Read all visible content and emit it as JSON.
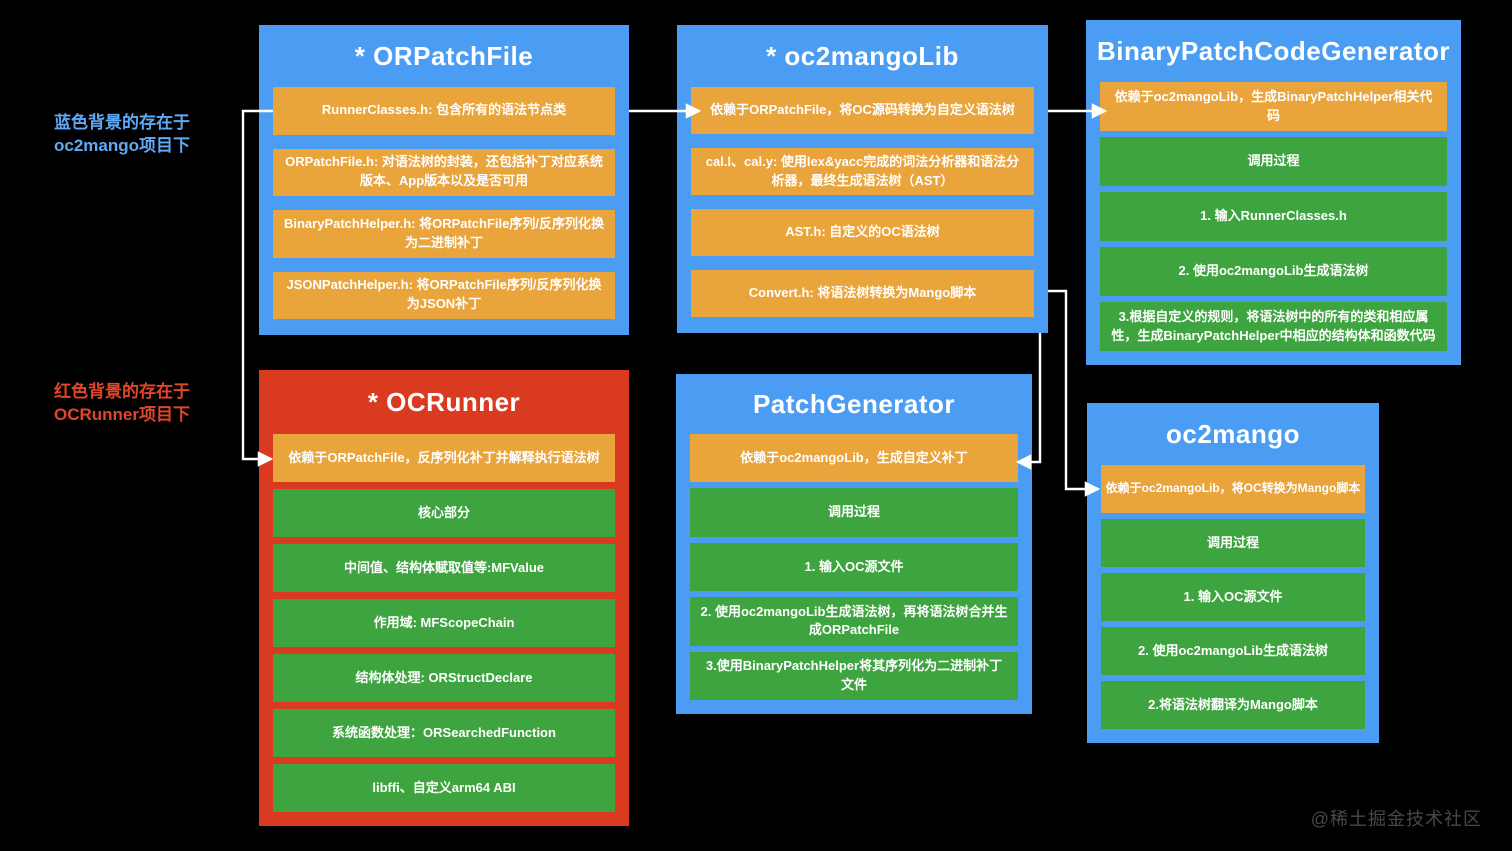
{
  "notes": {
    "blue": {
      "line1": "蓝色背景的存在于",
      "line2": "oc2mango项目下"
    },
    "red": {
      "line1": "红色背景的存在于",
      "line2": "OCRunner项目下"
    }
  },
  "watermark": "@稀土掘金技术社区",
  "colors": {
    "background": "#000000",
    "blue_box": "#4A9DF3",
    "red_box": "#D93A20",
    "orange_row": "#E9A43C",
    "green_row": "#3EA440",
    "blue_note_text": "#5FA9F4",
    "red_note_text": "#E2462A",
    "connector": "#FFFFFF"
  },
  "boxes": {
    "orpatchfile": {
      "title": "* ORPatchFile",
      "items": [
        "RunnerClasses.h: 包含所有的语法节点类",
        "ORPatchFile.h: 对语法树的封装，还包括补丁对应系统版本、App版本以及是否可用",
        "BinaryPatchHelper.h: 将ORPatchFile序列/反序列化换为二进制补丁",
        "JSONPatchHelper.h: 将ORPatchFile序列/反序列化换为JSON补丁"
      ]
    },
    "oc2mangolib": {
      "title": "* oc2mangoLib",
      "items": [
        "依赖于ORPatchFile，将OC源码转换为自定义语法树",
        "cal.l、cal.y: 使用lex&yacc完成的词法分析器和语法分析器，最终生成语法树（AST）",
        "AST.h:  自定义的OC语法树",
        "Convert.h:  将语法树转换为Mango脚本"
      ]
    },
    "bpcg": {
      "title": "BinaryPatchCodeGenerator",
      "items": [
        "依赖于oc2mangoLib，生成BinaryPatchHelper相关代码",
        "调用过程",
        "1. 输入RunnerClasses.h",
        "2. 使用oc2mangoLib生成语法树",
        "3.根据自定义的规则，将语法树中的所有的类和相应属性，生成BinaryPatchHelper中相应的结构体和函数代码"
      ]
    },
    "ocrunner": {
      "title": "* OCRunner",
      "items": [
        "依赖于ORPatchFile，反序列化补丁并解释执行语法树",
        "核心部分",
        "中间值、结构体赋取值等:MFValue",
        "作用域: MFScopeChain",
        "结构体处理: ORStructDeclare",
        "系统函数处理：ORSearchedFunction",
        "libffi、自定义arm64 ABI"
      ]
    },
    "patchgen": {
      "title": "PatchGenerator",
      "items": [
        "依赖于oc2mangoLib，生成自定义补丁",
        "调用过程",
        "1. 输入OC源文件",
        "2. 使用oc2mangoLib生成语法树，再将语法树合并生成ORPatchFile",
        "3.使用BinaryPatchHelper将其序列化为二进制补丁文件"
      ]
    },
    "oc2mango": {
      "title": "oc2mango",
      "items": [
        "依赖于oc2mangoLib，将OC转换为Mango脚本",
        "调用过程",
        "1. 输入OC源文件",
        "2. 使用oc2mangoLib生成语法树",
        "2.将语法树翻译为Mango脚本"
      ]
    }
  }
}
